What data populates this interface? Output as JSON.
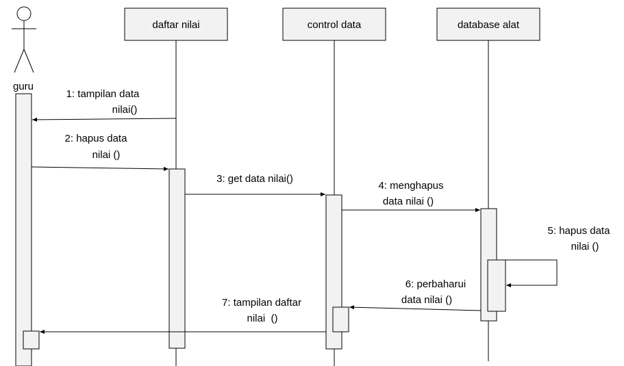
{
  "actor": {
    "name": "guru"
  },
  "lifelines": [
    {
      "id": "daftar",
      "label": "daftar nilai"
    },
    {
      "id": "control",
      "label": "control data"
    },
    {
      "id": "database",
      "label": "database alat"
    }
  ],
  "messages": [
    {
      "n": 1,
      "lines": [
        "1: tampilan data",
        "nilai()"
      ]
    },
    {
      "n": 2,
      "lines": [
        "2: hapus data",
        "nilai ()"
      ]
    },
    {
      "n": 3,
      "lines": [
        "3: get data nilai()"
      ]
    },
    {
      "n": 4,
      "lines": [
        "4: menghapus",
        "data nilai ()"
      ]
    },
    {
      "n": 5,
      "lines": [
        "5: hapus data",
        "nilai ()"
      ]
    },
    {
      "n": 6,
      "lines": [
        "6: perbaharui",
        "data nilai ()"
      ]
    },
    {
      "n": 7,
      "lines": [
        "7: tampilan daftar",
        "nilai  ()"
      ]
    }
  ]
}
